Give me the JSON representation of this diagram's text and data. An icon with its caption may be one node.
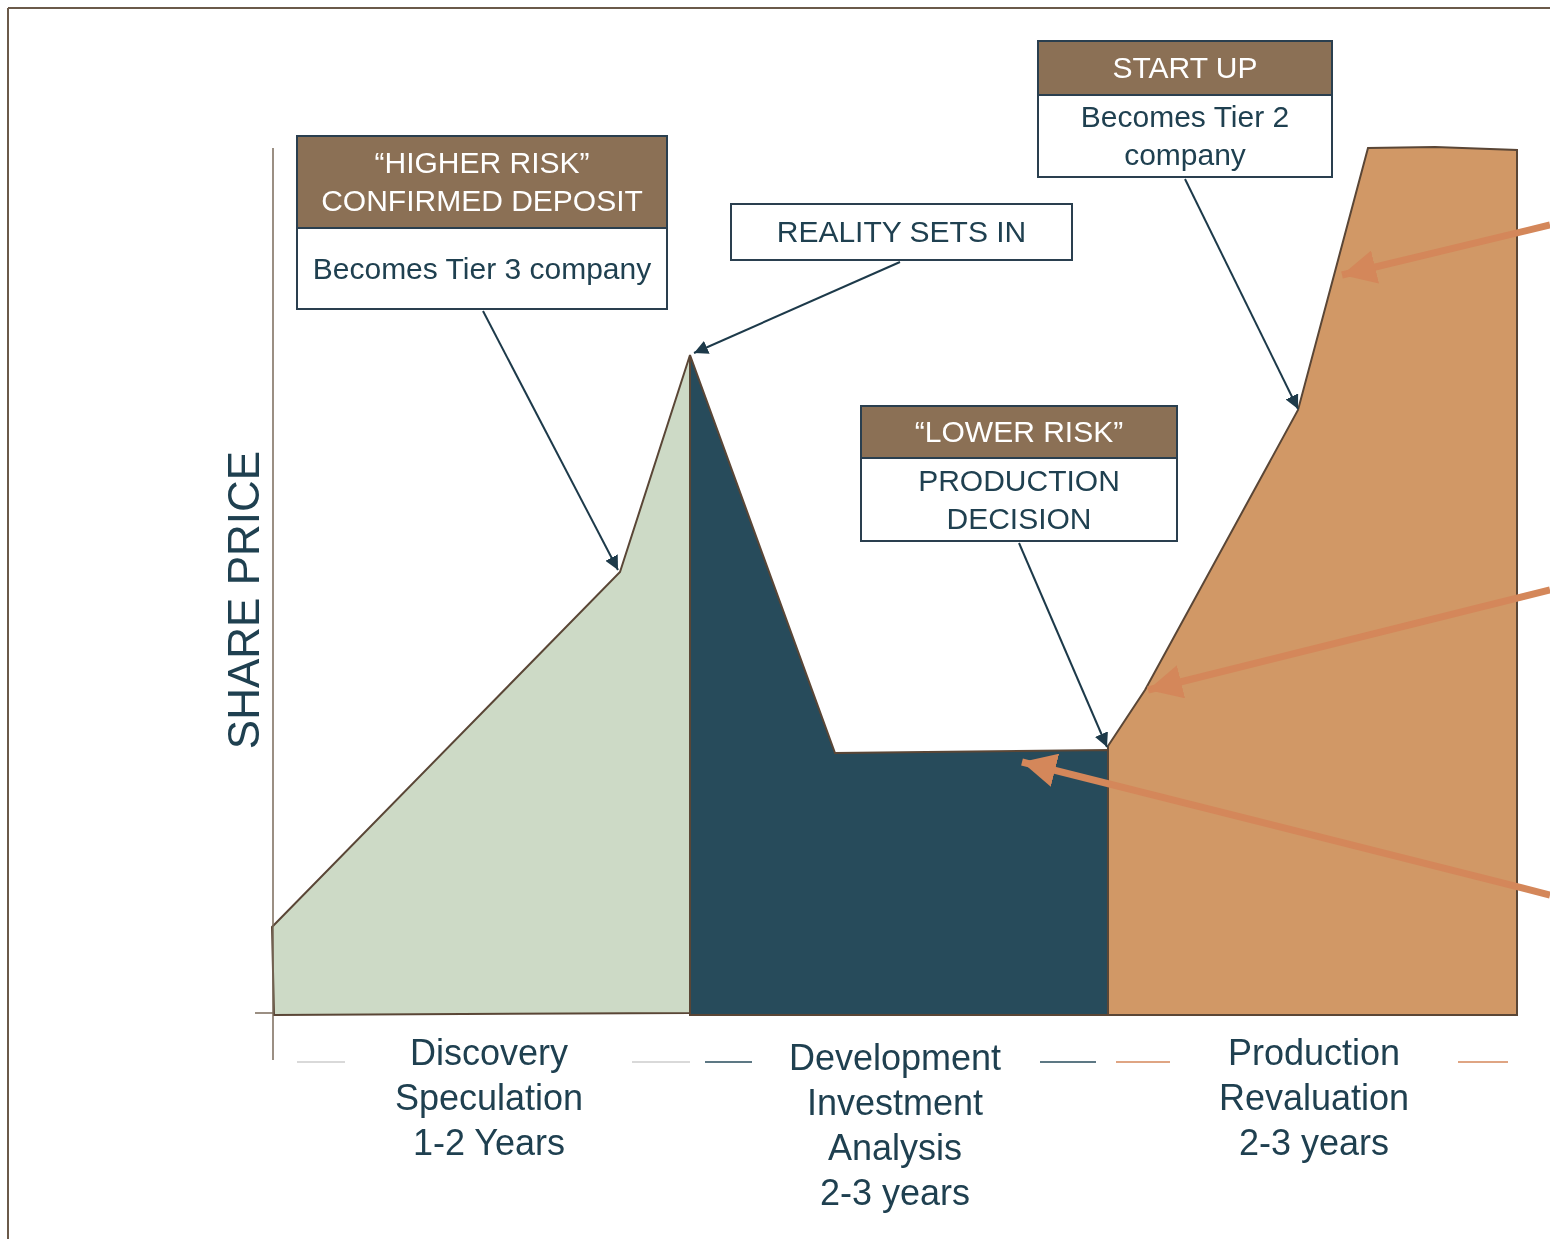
{
  "diagram": {
    "nodes": [
      {
        "text": [
          "START UP",
          "Becomes Tier 2 company"
        ]
      },
      {
        "text": [
          "“HIGHER RISK” CONFIRMED DEPOSIT",
          "Becomes Tier 3 company"
        ]
      },
      {
        "text": [
          "REALITY SETS IN"
        ]
      },
      {
        "text": [
          "“LOWER RISK”",
          "PRODUCTION DECISION"
        ]
      },
      {
        "text": [],
        "shape": "area",
        "beside": [
          "Discovery Speculation 1-2 Years"
        ]
      },
      {
        "text": [],
        "shape": "area",
        "beside": [
          "Development Investment Analysis 2-3 years"
        ]
      },
      {
        "text": [],
        "shape": "area",
        "beside": [
          "Production Revaluation 2-3 years"
        ]
      }
    ],
    "edges": [
      {
        "from": 1,
        "to": 4,
        "arrow": "to"
      },
      {
        "from": 2,
        "to": 5,
        "arrow": "to"
      },
      {
        "from": 0,
        "to": 6,
        "arrow": "to"
      },
      {
        "from": 3,
        "to": 6,
        "arrow": "to"
      },
      {
        "from": null,
        "to": 6,
        "arrow": "to",
        "style": "thick",
        "color": "#d4875a"
      },
      {
        "from": null,
        "to": 6,
        "arrow": "to",
        "style": "thick",
        "color": "#d4875a"
      },
      {
        "from": null,
        "to": 5,
        "arrow": "to",
        "style": "thick",
        "color": "#d4875a"
      }
    ],
    "labels": [
      "SHARE PRICE"
    ]
  }
}
